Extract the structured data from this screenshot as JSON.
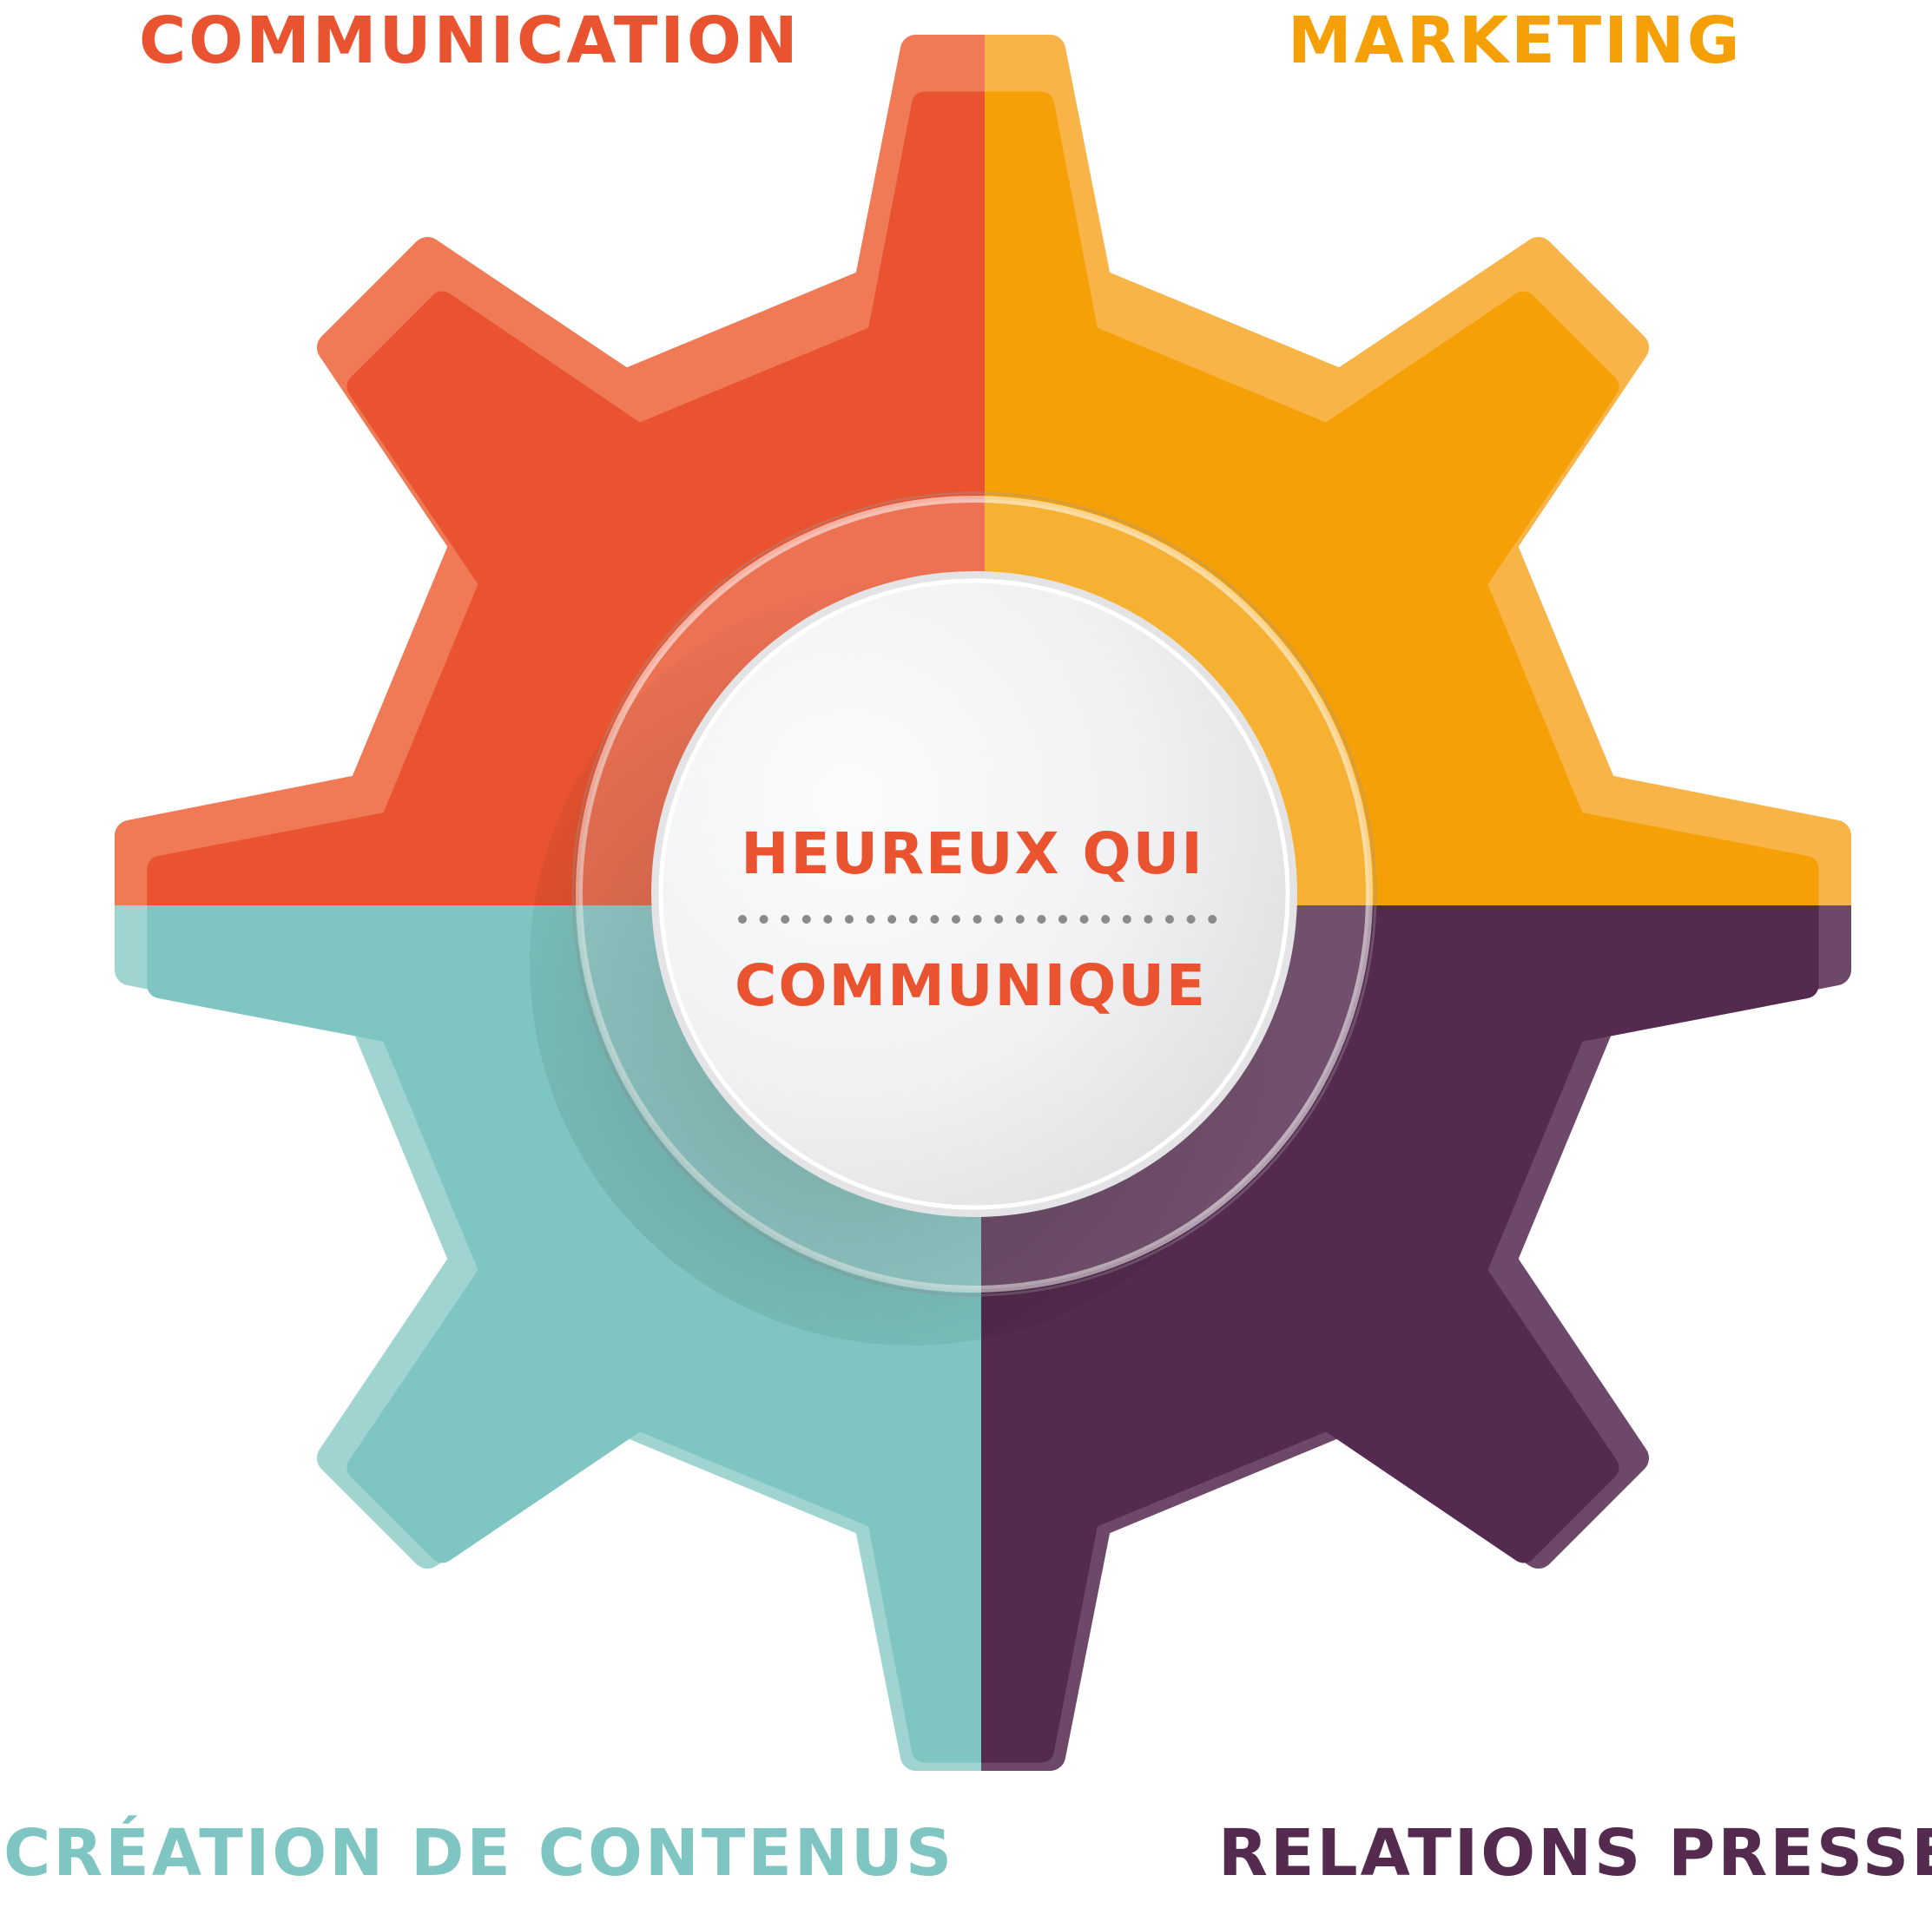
{
  "labels": {
    "top_left": "COMMUNICATION",
    "top_right": "MARKETING",
    "bottom_left": "CRÉATION DE CONTENUS",
    "bottom_right": "RELATIONS PRESSE"
  },
  "center": {
    "line1": "HEUREUX QUI",
    "line2": "COMMUNIQUE"
  },
  "colors": {
    "communication": "#E9532F",
    "communication_light": "#EF7A55",
    "marketing": "#F5A007",
    "marketing_light": "#F8B446",
    "creation": "#7FC6C2",
    "creation_light": "#9FD4D1",
    "relations": "#542A4E",
    "relations_light": "#6E4868",
    "center_text": "#E9532F",
    "dots": "#8A8A8A"
  }
}
